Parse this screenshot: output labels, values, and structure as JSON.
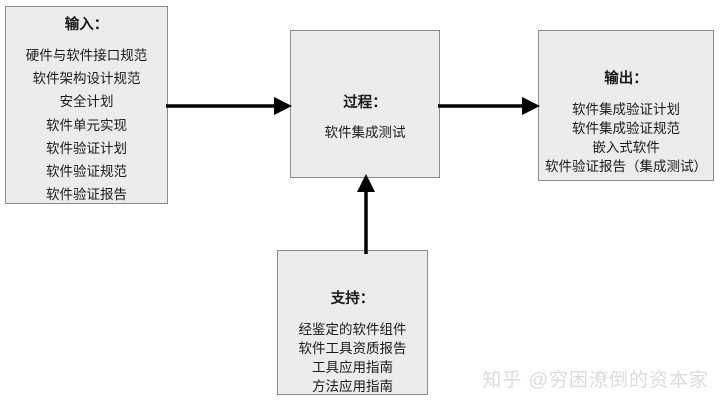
{
  "diagram": {
    "background_color": "#ffffff",
    "box_fill": "#ececec",
    "box_border": "#8c8c8c",
    "arrow_color": "#000000",
    "boxes": {
      "input": {
        "title": "输入：",
        "lines": [
          "硬件与软件接口规范",
          "软件架构设计规范",
          "安全计划",
          "软件单元实现",
          "软件验证计划",
          "软件验证规范",
          "软件验证报告"
        ]
      },
      "process": {
        "title": "过程：",
        "lines": [
          "软件集成测试"
        ]
      },
      "output": {
        "title": "输出：",
        "lines": [
          "软件集成验证计划",
          "软件集成验证规范",
          "嵌入式软件",
          "软件验证报告（集成测试）"
        ]
      },
      "support": {
        "title": "支持：",
        "lines": [
          "经鉴定的软件组件",
          "软件工具资质报告",
          "工具应用指南",
          "方法应用指南"
        ]
      }
    },
    "arrows": [
      {
        "name": "input-to-process",
        "direction": "right"
      },
      {
        "name": "process-to-output",
        "direction": "right"
      },
      {
        "name": "support-to-process",
        "direction": "up"
      }
    ]
  },
  "watermark": {
    "text": "知乎 @穷困潦倒的资本家",
    "color": "#dcdcdc"
  }
}
